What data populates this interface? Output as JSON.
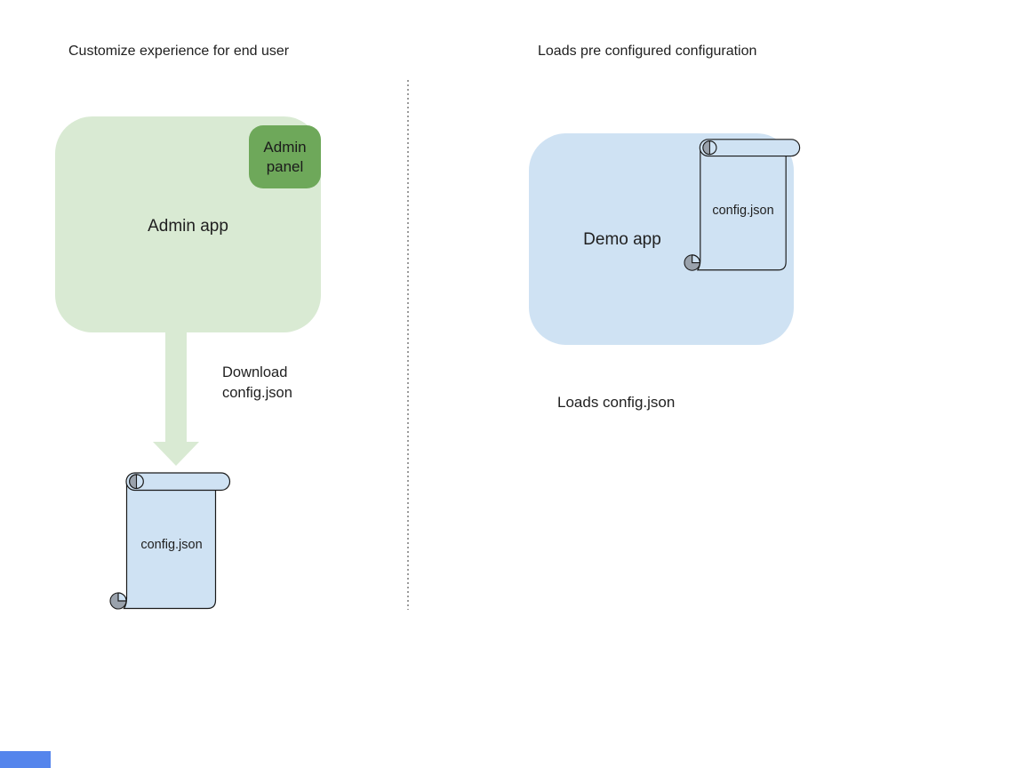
{
  "colors": {
    "admin_app_fill": "#d9ead3",
    "admin_panel_fill": "#6ea85a",
    "arrow_fill": "#d9ead3",
    "demo_app_fill": "#cfe2f3",
    "file_fill": "#cfe2f3",
    "curl_gray": "#9aa2ac",
    "outline": "#1a1a1a",
    "divider_gray": "#9b9b9b",
    "corner_shape_blue": "#5585ec",
    "text": "#1f1f1f"
  },
  "left_section": {
    "heading": "Customize experience for end user",
    "admin_app": {
      "label": "Admin app"
    },
    "admin_panel": {
      "label": "Admin panel"
    },
    "download_arrow": {
      "label": "Download config.json"
    },
    "config_file": {
      "label": "config.json"
    }
  },
  "right_section": {
    "heading": "Loads pre configured configuration",
    "demo_app": {
      "label": "Demo app"
    },
    "config_file": {
      "label": "config.json"
    },
    "caption": "Loads config.json"
  }
}
